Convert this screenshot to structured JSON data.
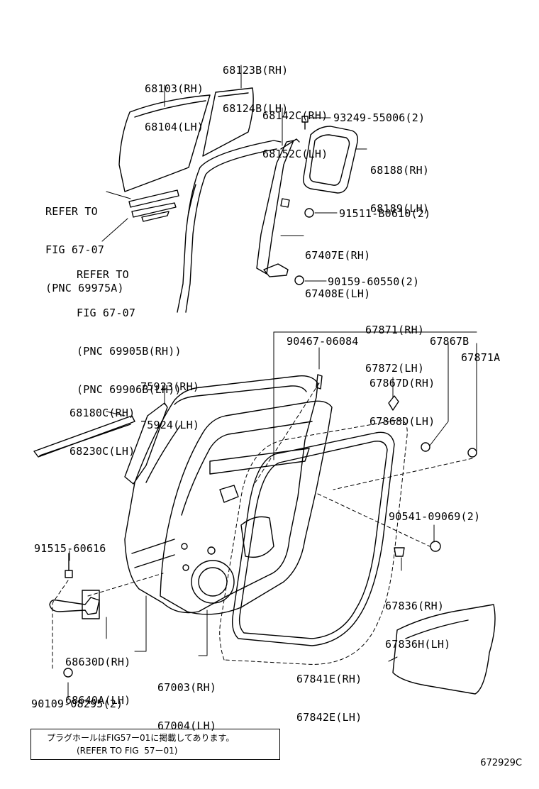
{
  "labels": {
    "glass": [
      "68103(RH)",
      "68104(LH)"
    ],
    "quarter_glass": [
      "68123B(RH)",
      "68124B(LH)"
    ],
    "run_channel": [
      "68142C(RH)",
      "68152C(LH)"
    ],
    "bolt_93249": "93249-55006(2)",
    "weatherstrip_68188": [
      "68188(RH)",
      "68189(LH)"
    ],
    "bolt_91511": "91511-B0610(2)",
    "division_bar": [
      "67407E(RH)",
      "67408E(LH)"
    ],
    "bolt_90159": "90159-60550(2)",
    "refer_1": [
      "REFER TO",
      "FIG 67-07",
      "(PNC 69975A)"
    ],
    "refer_2": [
      "REFER TO",
      "FIG 67-07",
      "(PNC 69905B(RH))",
      "(PNC 69906B(LH))"
    ],
    "door_seal": [
      "67871(RH)",
      "67872(LH)"
    ],
    "clip_90467": "90467-06084",
    "clip_67867b": "67867B",
    "clip_67867d": [
      "67867D(RH)",
      "67868D(LH)"
    ],
    "seal_67871a": "67871A",
    "garnish": [
      "75923(RH)",
      "75924(LH)"
    ],
    "weatherstrip_68180": [
      "68180C(RH)",
      "68230C(LH)"
    ],
    "bolt_91515": "91515-60616",
    "clip_90541": "90541-09069(2)",
    "seal_67836": [
      "67836(RH)",
      "67836H(LH)"
    ],
    "check_68630": [
      "68630D(RH)",
      "68640A(LH)"
    ],
    "panel_67003": [
      "67003(RH)",
      "67004(LH)"
    ],
    "hole_cover": [
      "67841E(RH)",
      "67842E(LH)"
    ],
    "bolt_90109": "90109-08295(2)"
  },
  "note": {
    "line1": "プラグホールはFIG57ー01に掲載してあります。",
    "line2": "(REFER TO FIG  57ー01)"
  },
  "figure_id": "672929C"
}
